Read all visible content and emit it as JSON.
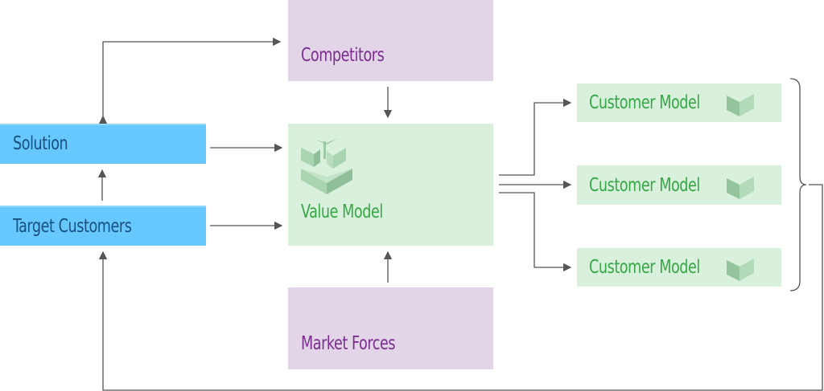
{
  "nodes": {
    "competitors": "Competitors",
    "solution": "Solution",
    "target_customers": "Target Customers",
    "value_model": "Value Model",
    "market_forces": "Market Forces",
    "customer_models": [
      "Customer Model",
      "Customer Model",
      "Customer Model"
    ]
  },
  "colors": {
    "purple_fill": "#e1d5e7",
    "purple_text": "#7b2c8f",
    "blue_fill": "#66c8ff",
    "blue_text": "#19507e",
    "green_fill": "#d8f0dc",
    "green_text": "#35a845",
    "connector": "#555555"
  }
}
